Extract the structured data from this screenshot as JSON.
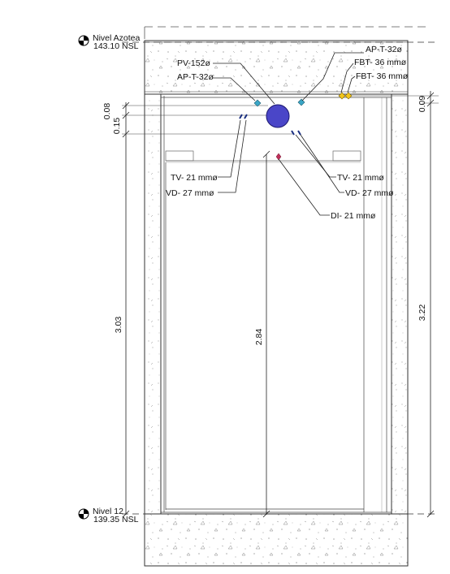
{
  "levels": {
    "top": {
      "name": "Nivel Azotea",
      "elevation": "143.10 NSL"
    },
    "bottom": {
      "name": "Nivel 12",
      "elevation": "139.35 NSL"
    }
  },
  "labels": {
    "ap_t_32_right": "AP-T-32ø",
    "fbt_36_a": "FBT- 36 mmø",
    "fbt_36_b": "FBT- 36 mmø",
    "pv_152": "PV-152ø",
    "ap_t_32_left": "AP-T-32ø",
    "tv_21_left": "TV- 21 mmø",
    "vd_27_left": "VD- 27 mmø",
    "tv_21_right": "TV- 21 mmø",
    "vd_27_right": "VD- 27 mmø",
    "di_21": "DI- 21 mmø"
  },
  "dimensions": {
    "left_small_a": "0.08",
    "left_small_b": "0.15",
    "right_small": "0.09",
    "left_total": "3.03",
    "center_clear": "2.84",
    "right_total": "3.22"
  },
  "colors": {
    "pipe_large": "#4a46c8",
    "marker_cyan": "#3aa6c6",
    "marker_yellow": "#f2c51b",
    "marker_red": "#c0305a"
  },
  "icons": [
    "level-marker-icon"
  ]
}
